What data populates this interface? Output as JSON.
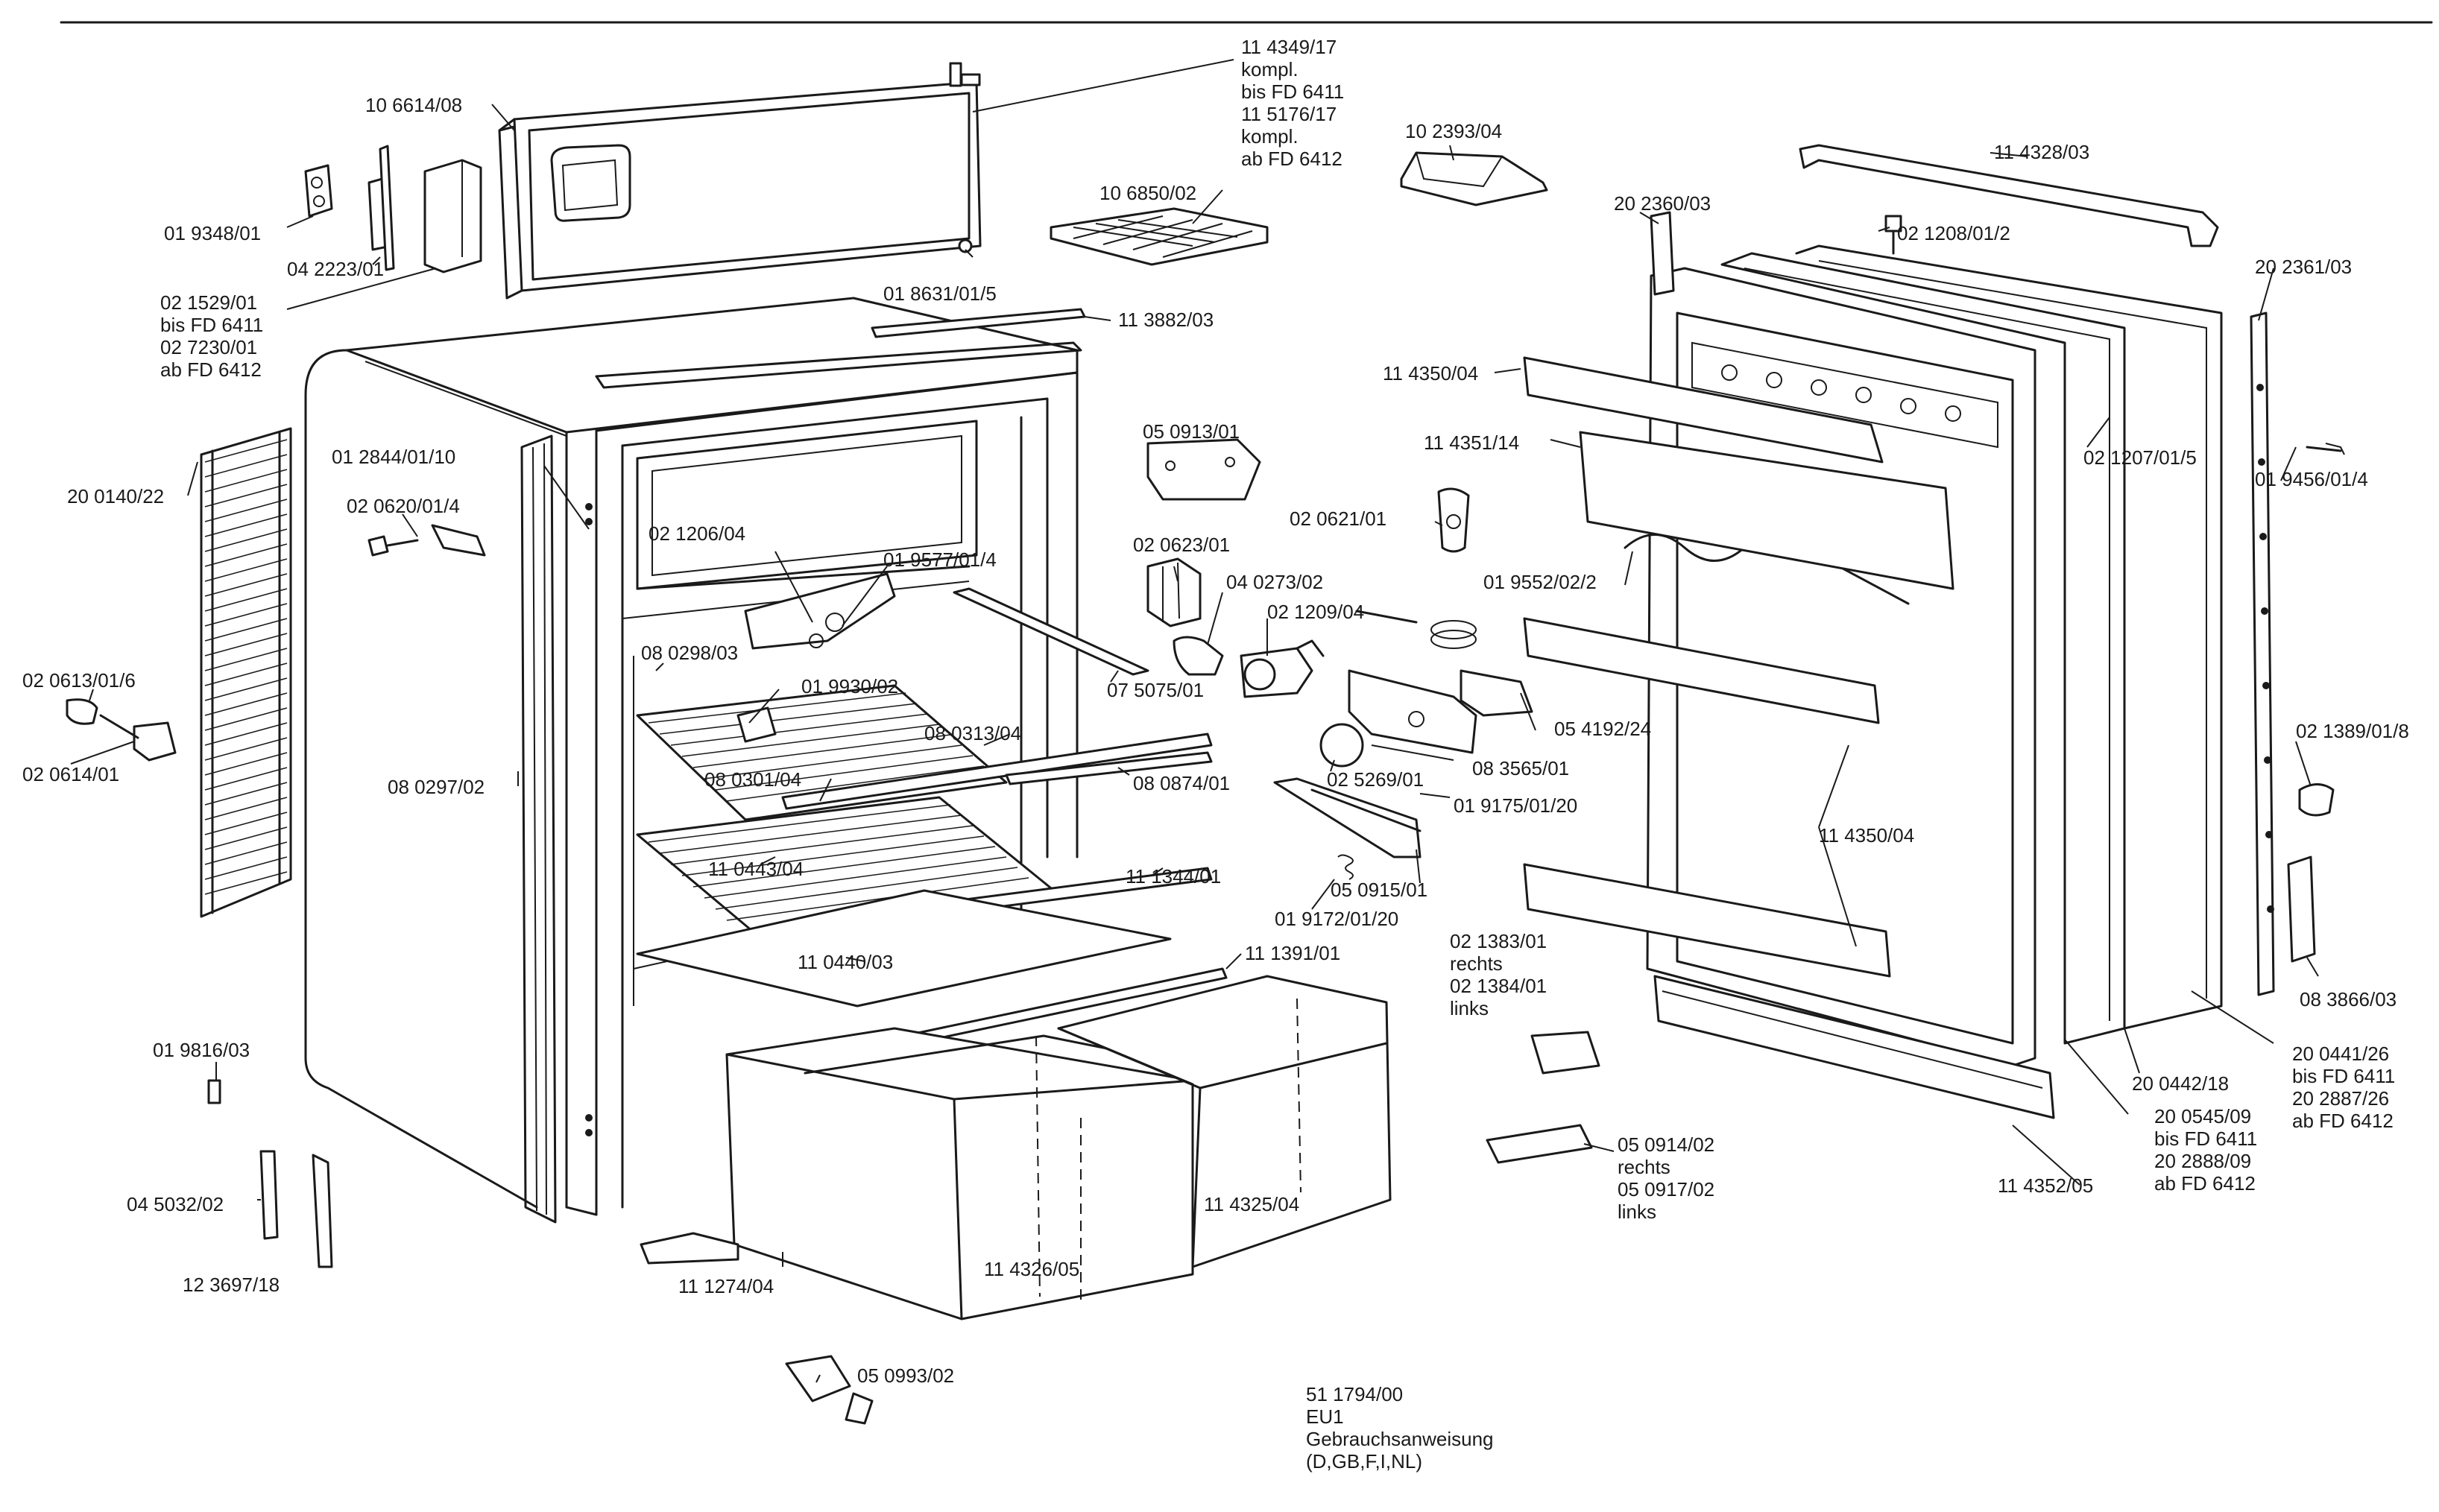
{
  "diagram": {
    "labels": [
      {
        "id": "l01",
        "lines": [
          "11 4349/17",
          "kompl.",
          "bis FD 6411",
          "11 5176/17",
          "kompl.",
          "ab FD 6412"
        ]
      },
      {
        "id": "l02",
        "lines": [
          "10 6614/08"
        ]
      },
      {
        "id": "l03",
        "lines": [
          "10 2393/04"
        ]
      },
      {
        "id": "l04",
        "lines": [
          "11 4328/03"
        ]
      },
      {
        "id": "l05",
        "lines": [
          "01 9348/01"
        ]
      },
      {
        "id": "l06",
        "lines": [
          "04 2223/01"
        ]
      },
      {
        "id": "l07",
        "lines": [
          "10 6850/02"
        ]
      },
      {
        "id": "l08",
        "lines": [
          "20 2360/03"
        ]
      },
      {
        "id": "l09",
        "lines": [
          "02 1208/01/2"
        ]
      },
      {
        "id": "l10",
        "lines": [
          "20 2361/03"
        ]
      },
      {
        "id": "l11",
        "lines": [
          "02 1529/01",
          "bis FD 6411",
          "02 7230/01",
          "ab FD 6412"
        ]
      },
      {
        "id": "l12",
        "lines": [
          "01 8631/01/5"
        ]
      },
      {
        "id": "l13",
        "lines": [
          "11 3882/03"
        ]
      },
      {
        "id": "l14",
        "lines": [
          "11 4350/04"
        ]
      },
      {
        "id": "l15",
        "lines": [
          "05 0913/01"
        ]
      },
      {
        "id": "l16",
        "lines": [
          "11 4351/14"
        ]
      },
      {
        "id": "l17",
        "lines": [
          "02 1207/01/5"
        ]
      },
      {
        "id": "l18",
        "lines": [
          "01 9456/01/4"
        ]
      },
      {
        "id": "l19",
        "lines": [
          "20 0140/22"
        ]
      },
      {
        "id": "l20",
        "lines": [
          "01 2844/01/10"
        ]
      },
      {
        "id": "l21",
        "lines": [
          "02 0620/01/4"
        ]
      },
      {
        "id": "l22",
        "lines": [
          "02 0621/01"
        ]
      },
      {
        "id": "l23",
        "lines": [
          "02 1206/04"
        ]
      },
      {
        "id": "l24",
        "lines": [
          "01 9577/01/4"
        ]
      },
      {
        "id": "l25",
        "lines": [
          "02 0623/01"
        ]
      },
      {
        "id": "l26",
        "lines": [
          "04 0273/02"
        ]
      },
      {
        "id": "l27",
        "lines": [
          "01 9552/02/2"
        ]
      },
      {
        "id": "l28",
        "lines": [
          "02 1209/04"
        ]
      },
      {
        "id": "l29",
        "lines": [
          "08 0298/03"
        ]
      },
      {
        "id": "l30",
        "lines": [
          "02 0613/01/6"
        ]
      },
      {
        "id": "l31",
        "lines": [
          "01 9930/02"
        ]
      },
      {
        "id": "l32",
        "lines": [
          "07 5075/01"
        ]
      },
      {
        "id": "l33",
        "lines": [
          "08 0313/04"
        ]
      },
      {
        "id": "l34",
        "lines": [
          "05 4192/24"
        ]
      },
      {
        "id": "l35",
        "lines": [
          "02 0614/01"
        ]
      },
      {
        "id": "l36",
        "lines": [
          "08 0301/04"
        ]
      },
      {
        "id": "l37",
        "lines": [
          "08 0874/01"
        ]
      },
      {
        "id": "l38",
        "lines": [
          "02 5269/01"
        ]
      },
      {
        "id": "l39",
        "lines": [
          "08 3565/01"
        ]
      },
      {
        "id": "l40",
        "lines": [
          "02 1389/01/8"
        ]
      },
      {
        "id": "l41",
        "lines": [
          "08 0297/02"
        ]
      },
      {
        "id": "l42",
        "lines": [
          "01 9175/01/20"
        ]
      },
      {
        "id": "l43",
        "lines": [
          "11 4350/04"
        ]
      },
      {
        "id": "l44",
        "lines": [
          "11 0443/04"
        ]
      },
      {
        "id": "l45",
        "lines": [
          "11 1344/01"
        ]
      },
      {
        "id": "l46",
        "lines": [
          "05 0915/01"
        ]
      },
      {
        "id": "l47",
        "lines": [
          "01 9172/01/20"
        ]
      },
      {
        "id": "l48",
        "lines": [
          "11 0440/03"
        ]
      },
      {
        "id": "l49",
        "lines": [
          "11 1391/01"
        ]
      },
      {
        "id": "l50",
        "lines": [
          "02 1383/01",
          "rechts",
          "02 1384/01",
          "links"
        ]
      },
      {
        "id": "l51",
        "lines": [
          "08 3866/03"
        ]
      },
      {
        "id": "l52",
        "lines": [
          "01 9816/03"
        ]
      },
      {
        "id": "l53",
        "lines": [
          "20 0441/26",
          "bis FD 6411",
          "20 2887/26",
          "ab FD 6412"
        ]
      },
      {
        "id": "l54",
        "lines": [
          "20 0442/18"
        ]
      },
      {
        "id": "l55",
        "lines": [
          "20 0545/09",
          "bis FD 6411",
          "20 2888/09",
          "ab FD 6412"
        ]
      },
      {
        "id": "l56",
        "lines": [
          "05 0914/02",
          "rechts",
          "05 0917/02",
          "links"
        ]
      },
      {
        "id": "l57",
        "lines": [
          "04 5032/02"
        ]
      },
      {
        "id": "l58",
        "lines": [
          "11 4325/04"
        ]
      },
      {
        "id": "l59",
        "lines": [
          "11 4352/05"
        ]
      },
      {
        "id": "l60",
        "lines": [
          "12 3697/18"
        ]
      },
      {
        "id": "l61",
        "lines": [
          "11 4326/05"
        ]
      },
      {
        "id": "l62",
        "lines": [
          "11 1274/04"
        ]
      },
      {
        "id": "l63",
        "lines": [
          "05 0993/02"
        ]
      },
      {
        "id": "l64",
        "lines": [
          "51 1794/00",
          "EU1",
          "Gebrauchsanweisung",
          "(D,GB,F,I,NL)"
        ]
      }
    ]
  }
}
